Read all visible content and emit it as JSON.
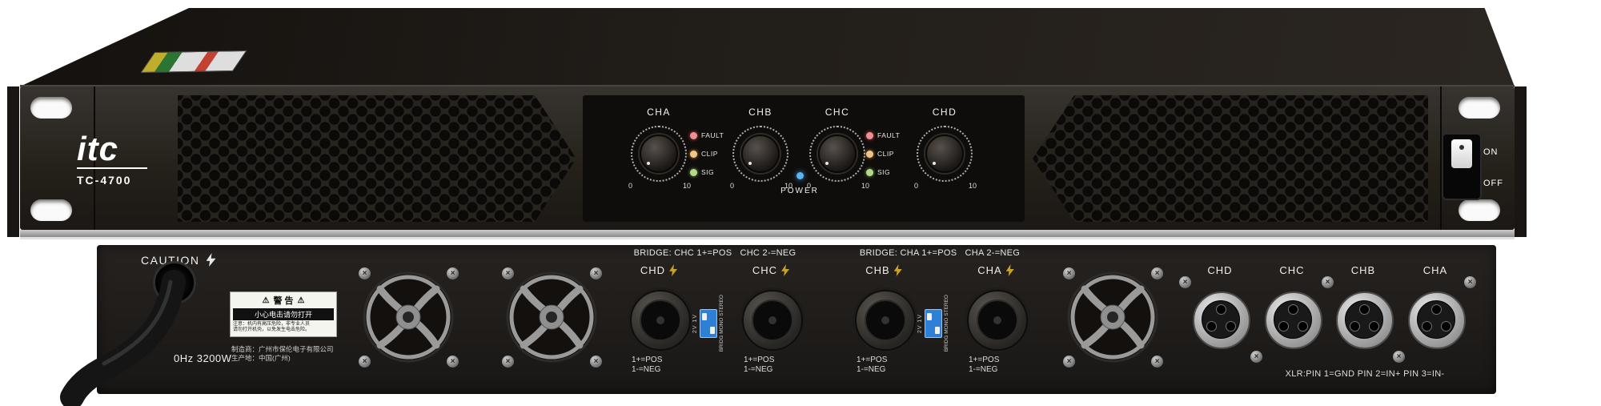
{
  "front": {
    "brand": "itc",
    "model": "TC-4700",
    "power_label": "POWER",
    "switch": {
      "on": "ON",
      "off": "OFF"
    },
    "led_labels": [
      "FAULT",
      "CLIP",
      "SIG"
    ],
    "scale": {
      "min": "0",
      "max": "10"
    },
    "channels": [
      {
        "label": "CHA"
      },
      {
        "label": "CHB"
      },
      {
        "label": "CHC"
      },
      {
        "label": "CHD"
      }
    ]
  },
  "rear": {
    "caution": "CAUTION",
    "rating_text": "0Hz 3200W",
    "bridge_labels": [
      "BRIDGE: CHC 1+=POS   CHC 2-=NEG",
      "BRIDGE: CHA 1+=POS   CHA 2-=NEG"
    ],
    "speakon_channels": [
      "CHD",
      "CHC",
      "CHB",
      "CHA"
    ],
    "terminal": {
      "line1": "1+=POS",
      "line2": "1-=NEG"
    },
    "dip": {
      "voltage": "2V 1V",
      "modes": "BRIDG MONO STEREO"
    },
    "xlr_channels": [
      "CHD",
      "CHC",
      "CHB",
      "CHA"
    ],
    "xlr_note": "XLR:PIN 1=GND PIN 2=IN+ PIN 3=IN-",
    "warning_label": {
      "title": "警 告",
      "subtitle": "小心电击请勿打开",
      "note": "注意：机内有高压危险，非专业人员",
      "note2": "请勿打开机壳，以免发生电击危险。"
    },
    "mfr_line1": "制造商：广州市保伦电子有限公司",
    "mfr_line2": "生产地：中国(广州)"
  }
}
